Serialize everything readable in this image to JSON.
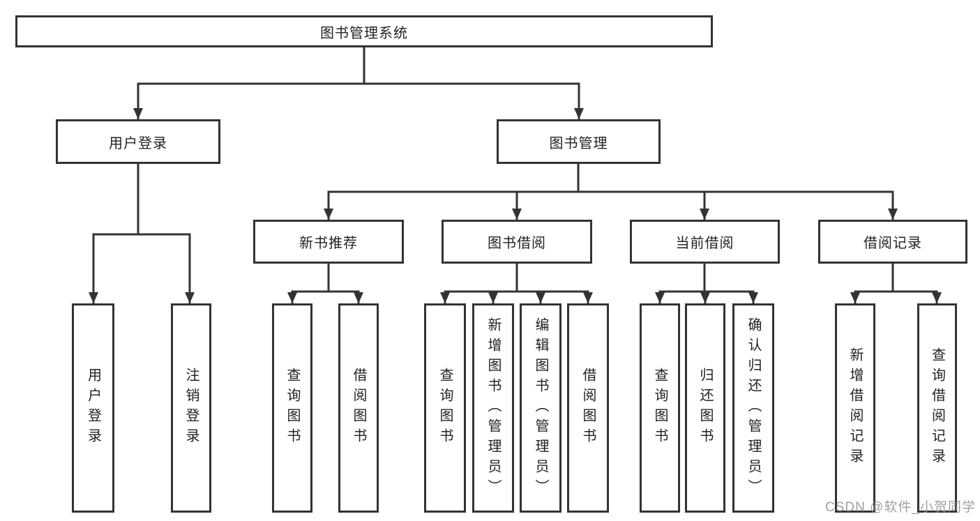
{
  "tree": {
    "label": "图书管理系统",
    "children": [
      {
        "label": "用户登录",
        "children": [
          {
            "label": "用户登录"
          },
          {
            "label": "注销登录"
          }
        ]
      },
      {
        "label": "图书管理",
        "children": [
          {
            "label": "新书推荐",
            "children": [
              {
                "label": "查询图书"
              },
              {
                "label": "借阅图书"
              }
            ]
          },
          {
            "label": "图书借阅",
            "children": [
              {
                "label": "查询图书"
              },
              {
                "label": "新增图书（管理员）"
              },
              {
                "label": "编辑图书（管理员）"
              },
              {
                "label": "借阅图书"
              }
            ]
          },
          {
            "label": "当前借阅",
            "children": [
              {
                "label": "查询图书"
              },
              {
                "label": "归还图书"
              },
              {
                "label": "确认归还（管理员）"
              }
            ]
          },
          {
            "label": "借阅记录",
            "children": [
              {
                "label": "新增借阅记录"
              },
              {
                "label": "查询借阅记录"
              }
            ]
          }
        ]
      }
    ]
  },
  "colors": {
    "line": "#333333",
    "text": "#222222",
    "background": "#ffffff",
    "watermark": "#8c9094"
  },
  "watermark": {
    "text": "CSDN @软件_小贺同学"
  }
}
